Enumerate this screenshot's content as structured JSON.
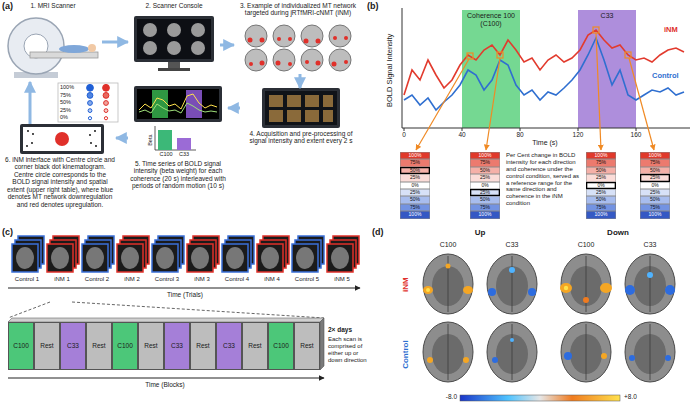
{
  "diagram": {
    "nodes": [
      {
        "text": [
          "1. MRI Scanner"
        ]
      },
      {
        "text": [
          "2. Scanner Console"
        ]
      },
      {
        "text": [
          "3. Example of individualized MT network targeted during jRTfMRI-cNMT (iNM)"
        ]
      },
      {
        "text": [
          "4. Acquisition and pre-processing of signal intensity and extent every 2 s"
        ]
      },
      {
        "text": [
          "5. Time series of BOLD signal intensity (beta weight) for each coherence (20 s) interleaved with periods of random motion (10 s)"
        ]
      },
      {
        "text": [
          "6. iNM interface with Centre circle and corner black dot kinematogram. Centre circle corresponds to the BOLD signal intensity and spatial extent (upper right table), where blue denotes MT network downregulation and red denotes upregulation."
        ]
      },
      {
        "text": [
          "Coherence 100 (C100)"
        ]
      },
      {
        "text": [
          "C33"
        ]
      },
      {
        "text": [
          "C100"
        ]
      },
      {
        "text": [
          "Rest"
        ]
      },
      {
        "text": [
          "C33"
        ]
      },
      {
        "text": [
          "Rest"
        ]
      },
      {
        "text": [
          "C100"
        ]
      },
      {
        "text": [
          "Rest"
        ]
      },
      {
        "text": [
          "C33"
        ]
      },
      {
        "text": [
          "Rest"
        ]
      },
      {
        "text": [
          "C33"
        ]
      },
      {
        "text": [
          "Rest"
        ]
      },
      {
        "text": [
          "C100"
        ]
      },
      {
        "text": [
          "Rest"
        ]
      }
    ],
    "edges": [
      {
        "from": 0,
        "to": 1,
        "arrow": "to"
      },
      {
        "from": 1,
        "to": 2,
        "arrow": "to"
      },
      {
        "from": 2,
        "to": 3,
        "arrow": "to"
      },
      {
        "from": 3,
        "to": 4,
        "arrow": "to"
      },
      {
        "from": 4,
        "to": 5,
        "arrow": "to"
      },
      {
        "from": 5,
        "to": 0,
        "arrow": "to"
      }
    ],
    "labels": [
      "(a)",
      "100%",
      "75%",
      "50%",
      "25%",
      "0%",
      "C100",
      "C33",
      "Beta",
      "(b)",
      "BOLD Signal Intensity",
      "Time (s)",
      "0",
      "40",
      "80",
      "120",
      "160",
      "iNM",
      "Control",
      "Per Cent change in BOLD intensity for each direction and coherence under the control condition, served as a reference range for the same direction and coherence in the iNM condition",
      "100%",
      "75%",
      "50%",
      "25%",
      "0%",
      "25%",
      "50%",
      "75%",
      "100%",
      "100%",
      "75%",
      "50%",
      "25%",
      "0%",
      "25%",
      "50%",
      "75%",
      "100%",
      "100%",
      "75%",
      "50%",
      "25%",
      "0%",
      "25%",
      "50%",
      "75%",
      "100%",
      "100%",
      "75%",
      "50%",
      "25%",
      "0%",
      "25%",
      "50%",
      "75%",
      "100%",
      "(c)",
      "Control 1",
      "iNM 1",
      "Control 2",
      "iNM 2",
      "Control 3",
      "iNM 3",
      "Control 4",
      "iNM 4",
      "Control 5",
      "iNM 5",
      "Time (Trials)",
      "Time (Blocks)",
      "2× days",
      "Each scan is comprised of either up or down direction",
      "(d)",
      "Up",
      "Down",
      "C100",
      "C33",
      "C100",
      "C33",
      "iNM",
      "Control",
      "-8.0",
      "+8.0"
    ]
  }
}
